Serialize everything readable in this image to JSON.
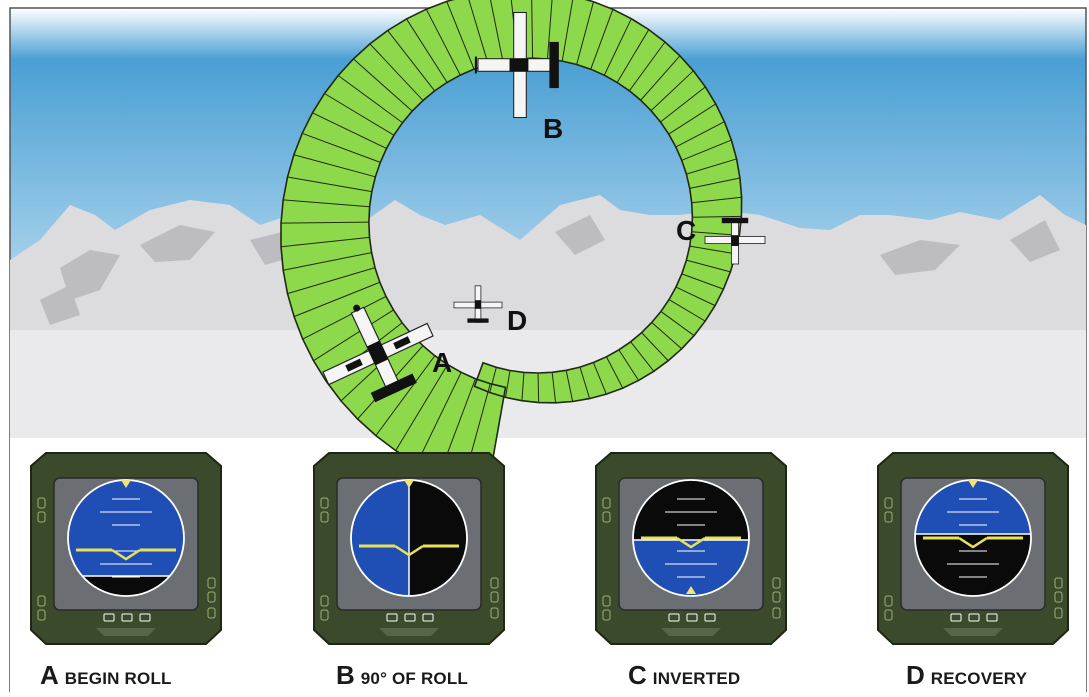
{
  "diagram": {
    "position_labels": [
      "A",
      "B",
      "C",
      "D"
    ],
    "instruments": [
      {
        "letter": "A",
        "caption": "BEGIN ROLL",
        "attitude": "wings-level-nose-up"
      },
      {
        "letter": "B",
        "caption": "90° OF ROLL",
        "attitude": "ninety-degree-bank"
      },
      {
        "letter": "C",
        "caption": "INVERTED",
        "attitude": "inverted"
      },
      {
        "letter": "D",
        "caption": "RECOVERY",
        "attitude": "wings-level-nose-down"
      }
    ],
    "colors": {
      "sky_top": "#5aa8d8",
      "sky_bottom": "#eef6fb",
      "mountains": "#d9d9dc",
      "path_fill": "#8ed84c",
      "path_stroke": "#1f2a12",
      "bezel": "#3b4a2a",
      "sky_indicator": "#1f4fb5",
      "ground_indicator": "#0a0a0a",
      "horizon_line": "#e8e25a"
    }
  }
}
